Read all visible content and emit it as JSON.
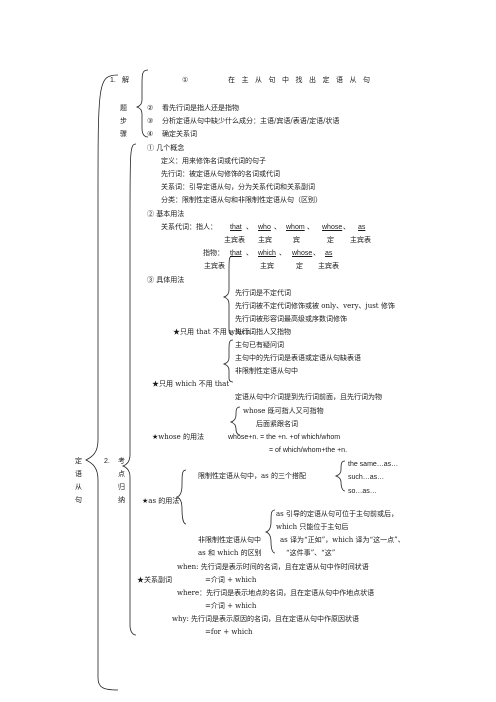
{
  "left_label": {
    "col1": [
      "定",
      "语",
      "从",
      "句"
    ],
    "col2": [
      "2.",
      "考",
      "点",
      "归",
      "纳"
    ]
  },
  "step1": {
    "num": "1.",
    "label": "解",
    "marker": "①",
    "text": "在主从句中找出定语从句"
  },
  "steps_label": [
    "题",
    "步",
    "骤"
  ],
  "steps": [
    {
      "marker": "②",
      "text": "看先行词是指人还是指物"
    },
    {
      "marker": "③",
      "text": "分析定语从句中缺少什么成分：主语/宾语/表语/定语/状语"
    },
    {
      "marker": "④",
      "text": "确定关系词"
    }
  ],
  "concepts": {
    "heading": "① 几个概念",
    "items": [
      "定义：用来修饰名词或代词的句子",
      "先行词：被定语从句修饰的名词或代词",
      "关系词：引导定语从句，分为关系代词和关系副词",
      "分类：限制性定语从句和非限制性定语从句（区别）"
    ]
  },
  "basic": {
    "heading": "② 基本用法",
    "people_prefix": "关系代词：指人：",
    "people": [
      "that",
      "who",
      "whom",
      "whose",
      "as"
    ],
    "sep": "、",
    "people_roles": [
      "主宾表",
      "主宾",
      "宾",
      "定",
      "主宾表"
    ],
    "things_prefix": "指物：",
    "things": [
      "that",
      "which",
      "whose",
      "as"
    ],
    "things_roles": [
      "主宾表",
      "主宾",
      "定",
      "主宾表"
    ]
  },
  "specific": {
    "heading": "③ 具体用法",
    "that_only_label": "★只用 that 不用 which",
    "that_only_items": [
      "先行词是不定代词",
      "先行词被不定代词修饰或被 only、very、just 修饰",
      "先行词被形容词最高级或序数词修饰",
      "先行词指人又指物",
      "主句已有疑问词",
      "主句中的先行词是表语或定语从句缺表语"
    ],
    "which_only_label": "★只用 which 不用 that",
    "which_only_items": [
      "非限制性定语从句中",
      "定语从句中介词提到先行词前面，且先行词为物"
    ],
    "whose_label": "★whose 的用法",
    "whose_items": [
      "whose 既可指人又可指物",
      "后面紧跟名词"
    ],
    "whose_formula_1": "whose+n. = the +n. +of which/whom",
    "whose_formula_2": "= of which/whom+the +n.",
    "as_label": "★as 的用法",
    "as_restrictive": "限制性定语从句中，as 的三个搭配",
    "as_pairs": [
      "the same…as…",
      "such…as…",
      "so…as…"
    ],
    "as_nonrestrictive_items": [
      "as 引导的定语从句可位于主句前或后，",
      "which 只能位于主句后",
      "as 译为“正如”，which 译为“这一点”、",
      "“这件事”、“这”"
    ],
    "as_nonrestrictive_label_1": "非限制性定语从句中",
    "as_nonrestrictive_label_2": "as 和 which 的区别",
    "adverb_label": "★关系副词",
    "adverbs": [
      {
        "line": "when:  先行词是表示时间的名词，且在定语从句中作时间状语",
        "eq": "=介词 + which"
      },
      {
        "line": "where：先行词是表示地点的名词，且在定语从句中作地点状语",
        "eq": "=介词 + which"
      },
      {
        "line": "why:  先行词是表示原因的名词，且在定语从句中作原因状语",
        "eq": "=for + which"
      }
    ]
  }
}
